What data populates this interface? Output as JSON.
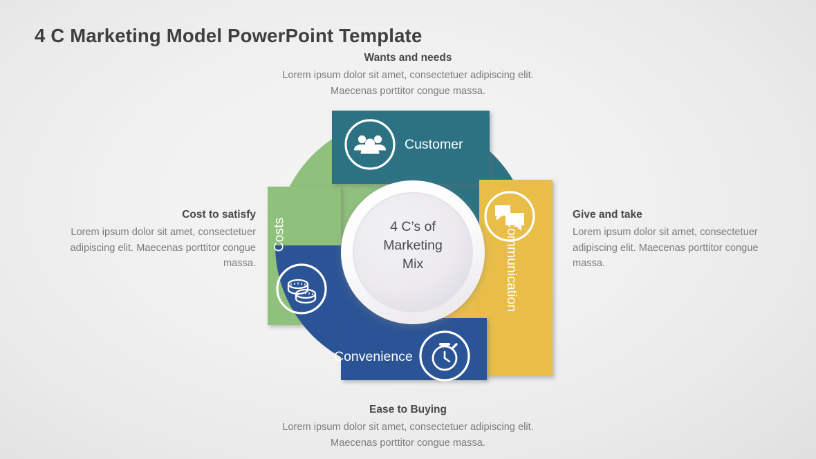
{
  "slide": {
    "title": "4 C Marketing Model PowerPoint Template",
    "background_color": "#f1f1f1",
    "title_color": "#3f3f3f"
  },
  "center": {
    "line1": "4 C’s of",
    "line2": "Marketing",
    "line3": "Mix",
    "ring_color": "#ffffff",
    "fill_color": "#ebe9ee"
  },
  "segments": [
    {
      "key": "customer",
      "label": "Customer",
      "icon": "people-group-icon",
      "color": "#2d7283",
      "position": "top"
    },
    {
      "key": "communication",
      "label": "Communication",
      "icon": "chat-bubbles-icon",
      "color": "#e8be49",
      "position": "right"
    },
    {
      "key": "convenience",
      "label": "Convenience",
      "icon": "stopwatch-icon",
      "color": "#2b5496",
      "position": "bottom"
    },
    {
      "key": "costs",
      "label": "Costs",
      "icon": "coins-icon",
      "color": "#8fc07c",
      "position": "left"
    }
  ],
  "captions": {
    "top": {
      "heading": "Wants and needs",
      "line1": "Lorem ipsum dolor sit amet, consectetuer adipiscing elit.",
      "line2": "Maecenas porttitor congue massa."
    },
    "right": {
      "heading": "Give and take",
      "line1": "Lorem ipsum dolor sit amet, consectetuer",
      "line2": "adipiscing elit. Maecenas porttitor congue",
      "line3": "massa."
    },
    "bottom": {
      "heading": "Ease to Buying",
      "line1": "Lorem ipsum dolor sit amet, consectetuer adipiscing elit.",
      "line2": "Maecenas porttitor congue massa."
    },
    "left": {
      "heading": "Cost to satisfy",
      "line1": "Lorem ipsum dolor sit amet, consectetuer",
      "line2": "adipiscing elit. Maecenas porttitor congue",
      "line3": "massa."
    }
  }
}
